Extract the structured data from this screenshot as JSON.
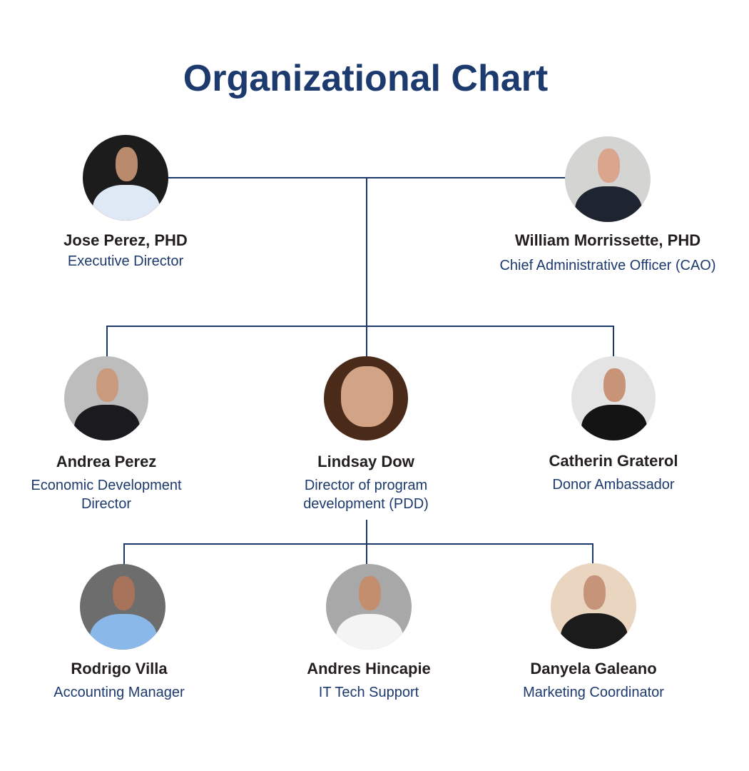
{
  "title": "Organizational Chart",
  "colors": {
    "accent": "#1d3a6e",
    "name_text": "#231f20"
  },
  "people": [
    {
      "name": "Jose Perez, PHD",
      "role": "Executive Director"
    },
    {
      "name": "William Morrissette, PHD",
      "role": "Chief Administrative Officer (CAO)"
    },
    {
      "name": "Andrea Perez",
      "role_lines": [
        "Economic Development",
        "Director"
      ]
    },
    {
      "name": "Lindsay Dow",
      "role_lines": [
        "Director of program",
        "development (PDD)"
      ]
    },
    {
      "name": "Catherin Graterol",
      "role": "Donor Ambassador"
    },
    {
      "name": "Rodrigo Villa",
      "role": "Accounting Manager"
    },
    {
      "name": "Andres Hincapie",
      "role": "IT Tech Support"
    },
    {
      "name": "Danyela Galeano",
      "role": "Marketing Coordinator"
    }
  ]
}
